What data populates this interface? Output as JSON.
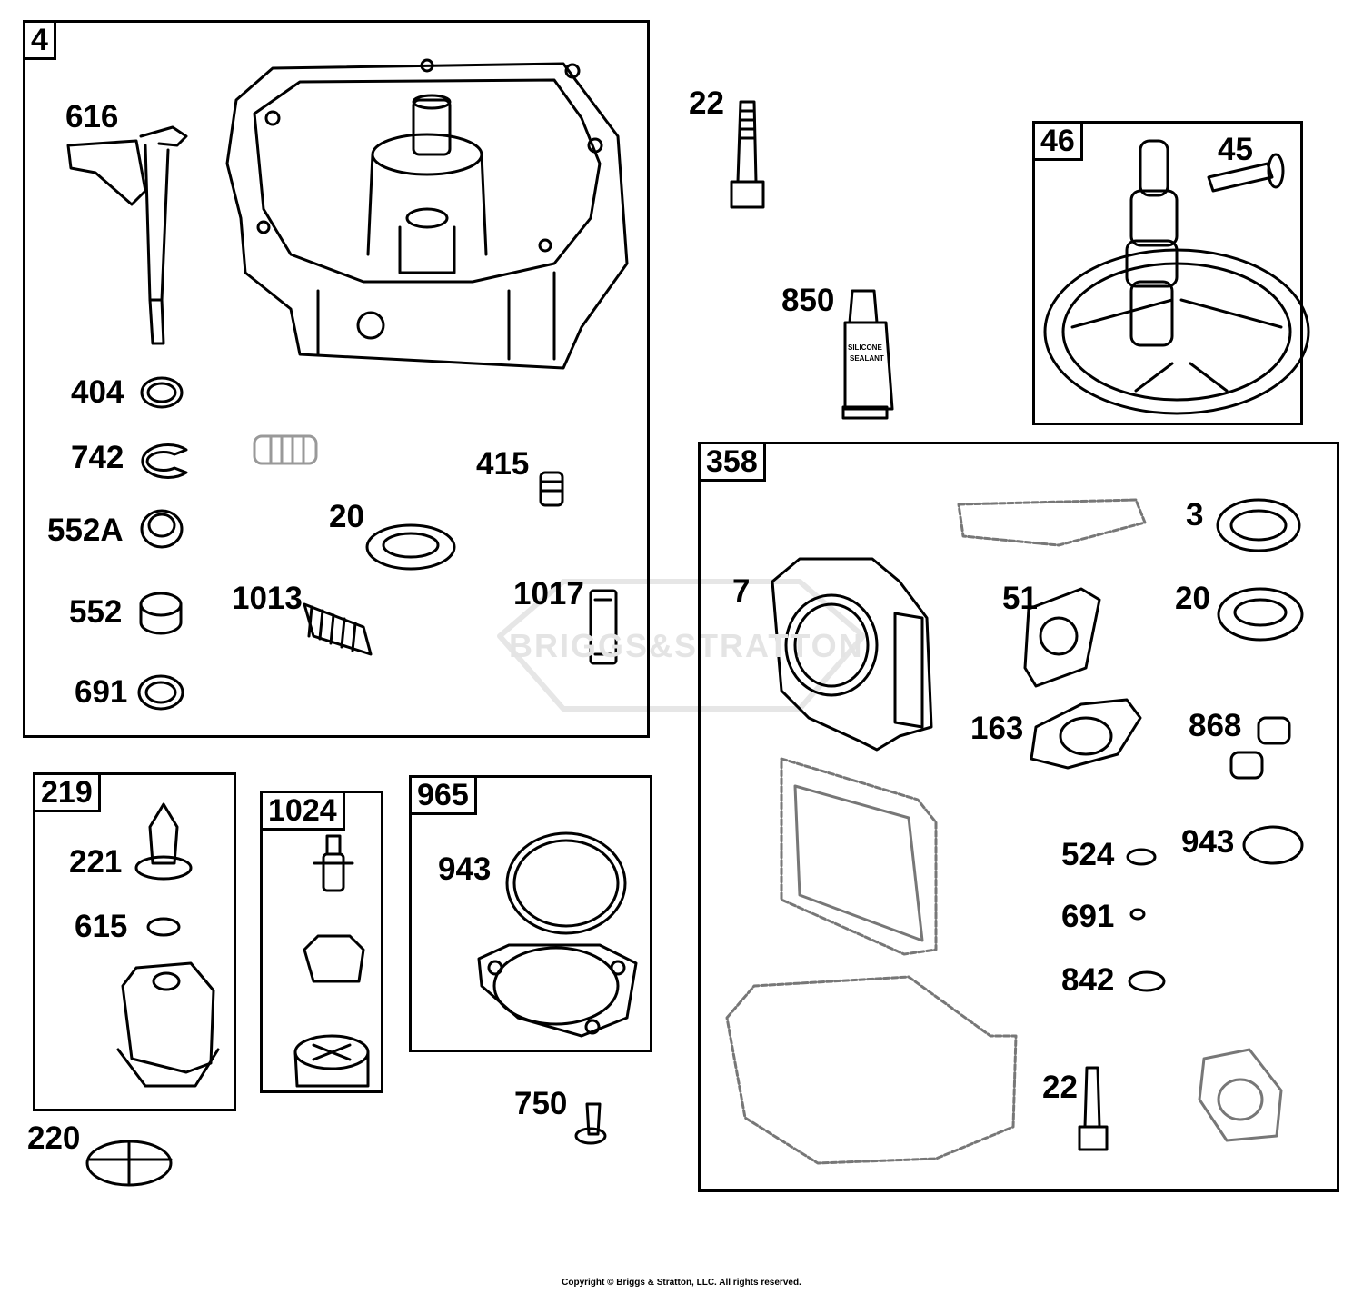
{
  "assemblies": {
    "crankcase_cover": {
      "ref": "4",
      "parts": {
        "p616": "616",
        "p404": "404",
        "p742": "742",
        "p552a": "552A",
        "p552": "552",
        "p691": "691",
        "p1013": "1013",
        "p20": "20",
        "p415": "415",
        "p1017": "1017"
      }
    },
    "camshaft": {
      "ref": "46",
      "parts": {
        "p45": "45"
      }
    },
    "gasket_set": {
      "ref": "358",
      "parts": {
        "p3": "3",
        "p7": "7",
        "p51": "51",
        "p20": "20",
        "p163": "163",
        "p868": "868",
        "p524": "524",
        "p943": "943",
        "p691": "691",
        "p842": "842",
        "p22": "22"
      }
    },
    "governor": {
      "ref": "219",
      "parts": {
        "p221": "221",
        "p615": "615"
      }
    },
    "oil_pump": {
      "ref": "1024"
    },
    "pump_cover": {
      "ref": "965",
      "parts": {
        "p943": "943"
      }
    }
  },
  "loose_parts": {
    "p22": "22",
    "p850": "850",
    "p220": "220",
    "p750": "750"
  },
  "sealant_tube": {
    "line1": "SILICONE",
    "line2": "SEALANT"
  },
  "watermark": "BRIGGS&STRATTON",
  "copyright": "Copyright © Briggs & Stratton, LLC. All rights reserved."
}
